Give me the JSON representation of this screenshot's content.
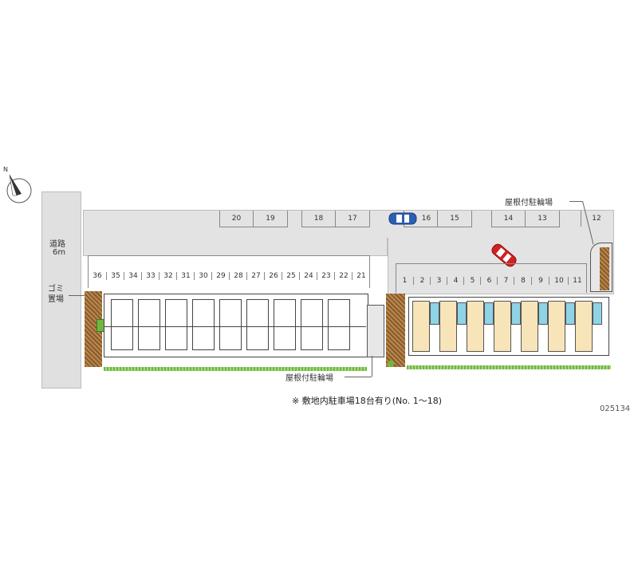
{
  "road": {
    "label": "道路",
    "width": "6m"
  },
  "garbage": {
    "label_line1": "ゴミ",
    "label_line2": "置場"
  },
  "bike_top": {
    "label": "屋根付駐輪場"
  },
  "bike_bottom": {
    "label": "屋根付駐輪場"
  },
  "note": "※ 敷地内駐車場18台有り(No. 1～18)",
  "code": "025134",
  "top_slots": [
    "20",
    "19",
    "18",
    "17",
    "16",
    "15",
    "14",
    "13",
    "12"
  ],
  "left_slots": [
    "36",
    "35",
    "34",
    "33",
    "32",
    "31",
    "30",
    "29",
    "28",
    "27",
    "26",
    "25",
    "24",
    "23",
    "22",
    "21"
  ],
  "right_slots": [
    "1",
    "2",
    "3",
    "4",
    "5",
    "6",
    "7",
    "8",
    "9",
    "10",
    "11"
  ],
  "colors": {
    "lot": "#e3e3e3",
    "building_right": "#f7e4b8",
    "grass": "#6fb840",
    "hedge": "#8a5a2b",
    "car_blue": "#2c5fb3",
    "car_red": "#d32020"
  }
}
